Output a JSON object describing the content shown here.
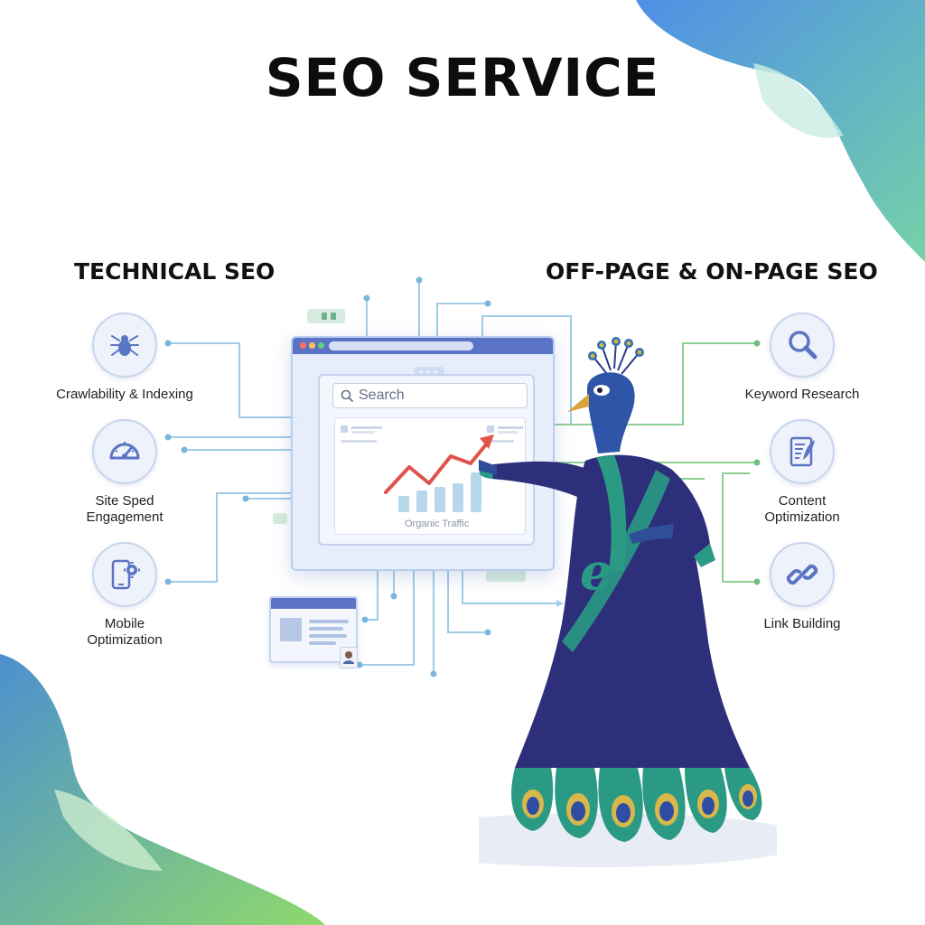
{
  "title": "SEO SERVICE",
  "sections": {
    "technical": "TECHNICAL SEO",
    "offpage": "OFF-PAGE & ON-PAGE SEO"
  },
  "features": {
    "crawl": "Crawlability & Indexing",
    "speed": "Site Sped\nEngagement",
    "mobile": "Mobile\nOptimization",
    "keyword": "Keyword Research",
    "content": "Content\nOptimization",
    "link": "Link Building"
  },
  "search": {
    "placeholder": "Search"
  },
  "chart": {
    "label": "Organic Traffic"
  },
  "icons": {
    "crawl": "spider-icon",
    "speed": "speedometer-icon",
    "mobile": "mobile-gear-icon",
    "keyword": "magnifier-icon",
    "content": "document-feather-icon",
    "link": "chain-link-icon"
  },
  "colors": {
    "icon_blue": "#5b74c4",
    "line_blue": "#7fb8e0",
    "line_green": "#7cc08a",
    "chart_red": "#e0524c",
    "robe_navy": "#2e2f7a",
    "teal": "#2a9a84"
  }
}
